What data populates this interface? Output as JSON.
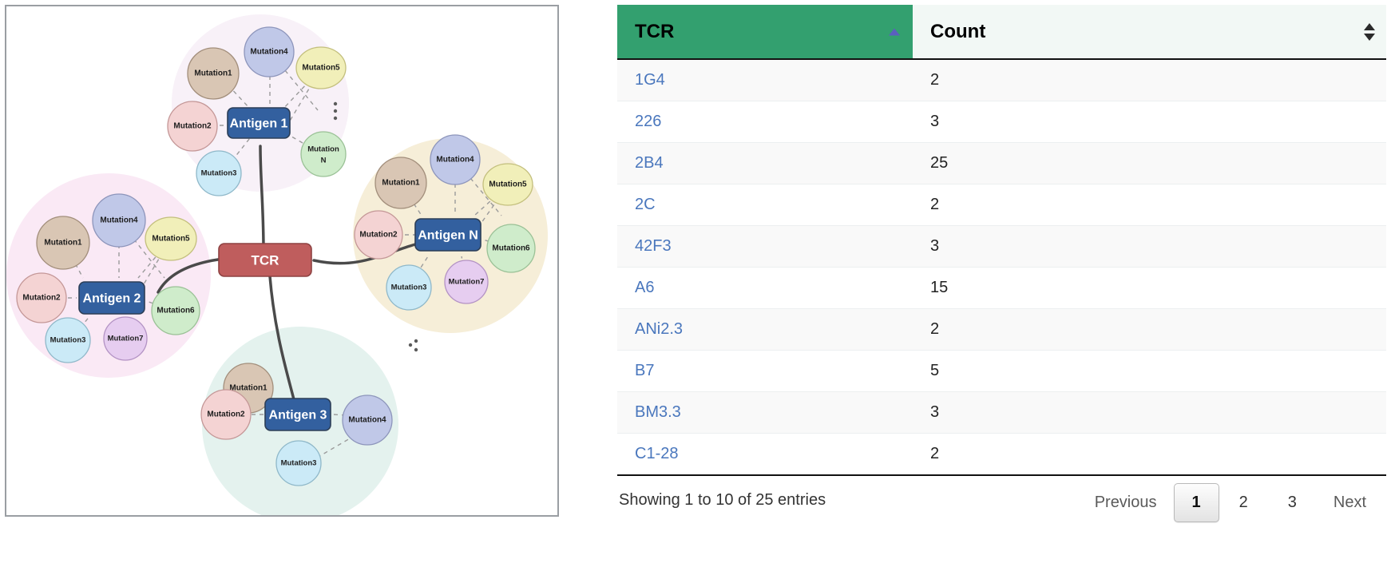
{
  "diagram": {
    "center": {
      "label": "TCR",
      "color": "#bf5d5d"
    },
    "clusters": [
      {
        "id": "antigen1",
        "label": "Antigen 1",
        "halo_color": "#f8f1f8",
        "mutations": [
          "Mutation1",
          "Mutation2",
          "Mutation3",
          "Mutation4",
          "Mutation5",
          "Mutation N"
        ]
      },
      {
        "id": "antigen2",
        "label": "Antigen 2",
        "halo_color": "#fae9f5",
        "mutations": [
          "Mutation1",
          "Mutation2",
          "Mutation3",
          "Mutation4",
          "Mutation5",
          "Mutation6",
          "Mutation7"
        ]
      },
      {
        "id": "antigenN",
        "label": "Antigen N",
        "halo_color": "#f6eed8",
        "mutations": [
          "Mutation1",
          "Mutation2",
          "Mutation3",
          "Mutation4",
          "Mutation5",
          "Mutation6",
          "Mutation7"
        ]
      },
      {
        "id": "antigen3",
        "label": "Antigen 3",
        "halo_color": "#e4f2ee",
        "mutations": [
          "Mutation1",
          "Mutation2",
          "Mutation3",
          "Mutation4"
        ]
      }
    ],
    "mutation_colors": {
      "Mutation1": "#d9c6b4",
      "Mutation2": "#f4d3d3",
      "Mutation3": "#cbeaf7",
      "Mutation4": "#c0c8e8",
      "Mutation5": "#f1efb9",
      "Mutation6": "#cfeccb",
      "Mutation7": "#e6cdf0",
      "Mutation N": "#cfeccb"
    },
    "antigen_color": "#33609f",
    "ellipsis": [
      "vertical",
      "diagonal"
    ]
  },
  "table": {
    "columns": [
      {
        "key": "tcr",
        "label": "TCR",
        "sort": "asc"
      },
      {
        "key": "count",
        "label": "Count",
        "sort": "none"
      }
    ],
    "rows": [
      {
        "tcr": "1G4",
        "count": "2"
      },
      {
        "tcr": "226",
        "count": "3"
      },
      {
        "tcr": "2B4",
        "count": "25"
      },
      {
        "tcr": "2C",
        "count": "2"
      },
      {
        "tcr": "42F3",
        "count": "3"
      },
      {
        "tcr": "A6",
        "count": "15"
      },
      {
        "tcr": "ANi2.3",
        "count": "2"
      },
      {
        "tcr": "B7",
        "count": "5"
      },
      {
        "tcr": "BM3.3",
        "count": "3"
      },
      {
        "tcr": "C1-28",
        "count": "2"
      }
    ],
    "showing": "Showing 1 to 10 of 25 entries",
    "pagination": {
      "previous": "Previous",
      "pages": [
        "1",
        "2",
        "3"
      ],
      "active": "1",
      "next": "Next"
    },
    "header_color": "#33a06f",
    "link_color": "#4a77bd"
  }
}
